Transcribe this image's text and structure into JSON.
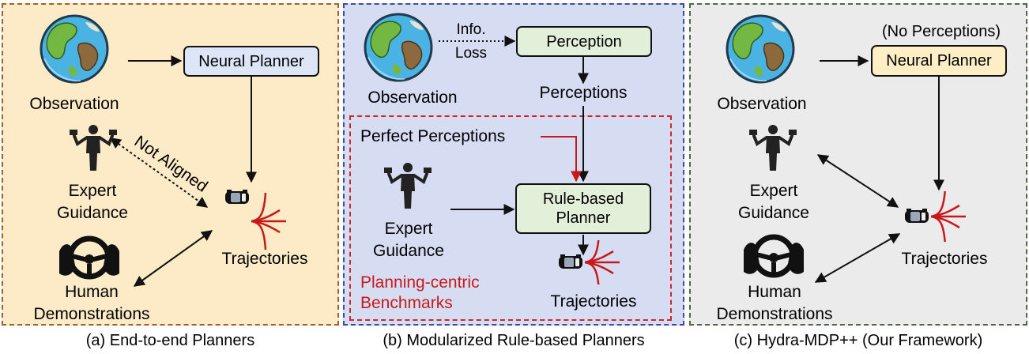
{
  "panels": {
    "a": {
      "caption": "(a) End-to-end Planners",
      "planner": "Neural Planner",
      "observation": "Observation",
      "expert": [
        "Expert",
        "Guidance"
      ],
      "human": [
        "Human",
        "Demonstrations"
      ],
      "trajectories": "Trajectories",
      "not_aligned": "Not Aligned"
    },
    "b": {
      "caption": "(b) Modularized Rule-based Planners",
      "perception": "Perception",
      "info_loss": [
        "Info.",
        "Loss"
      ],
      "observation": "Observation",
      "perceptions": "Perceptions",
      "perfect_perceptions": "Perfect Perceptions",
      "planner": [
        "Rule-based",
        "Planner"
      ],
      "expert": [
        "Expert",
        "Guidance"
      ],
      "benchmarks": [
        "Planning-centric",
        "Benchmarks"
      ],
      "trajectories": "Trajectories"
    },
    "c": {
      "caption": "(c) Hydra-MDP++ (Our Framework)",
      "no_perceptions": "(No Perceptions)",
      "planner": "Neural Planner",
      "observation": "Observation",
      "expert": [
        "Expert",
        "Guidance"
      ],
      "human": [
        "Human",
        "Demonstrations"
      ],
      "trajectories": "Trajectories"
    }
  },
  "colors": {
    "panel_a_fill": "#fdebc7",
    "panel_a_border": "#a0622b",
    "panel_b_fill": "#d6ddf2",
    "panel_b_border": "#3a4f97",
    "panel_c_fill": "#ebebeb",
    "panel_c_border": "#4f6a40",
    "neural_planner_box": "#dde6f7",
    "perception_box": "#e3f0d9",
    "rule_planner_box": "#e3f0d9",
    "hydra_planner_box": "#fdeec5",
    "red_accent": "#c8191a"
  },
  "icons": [
    "earth-globe-icon",
    "expert-person-icon",
    "steering-wheel-icon",
    "car-icon",
    "trajectory-fan-icon"
  ]
}
